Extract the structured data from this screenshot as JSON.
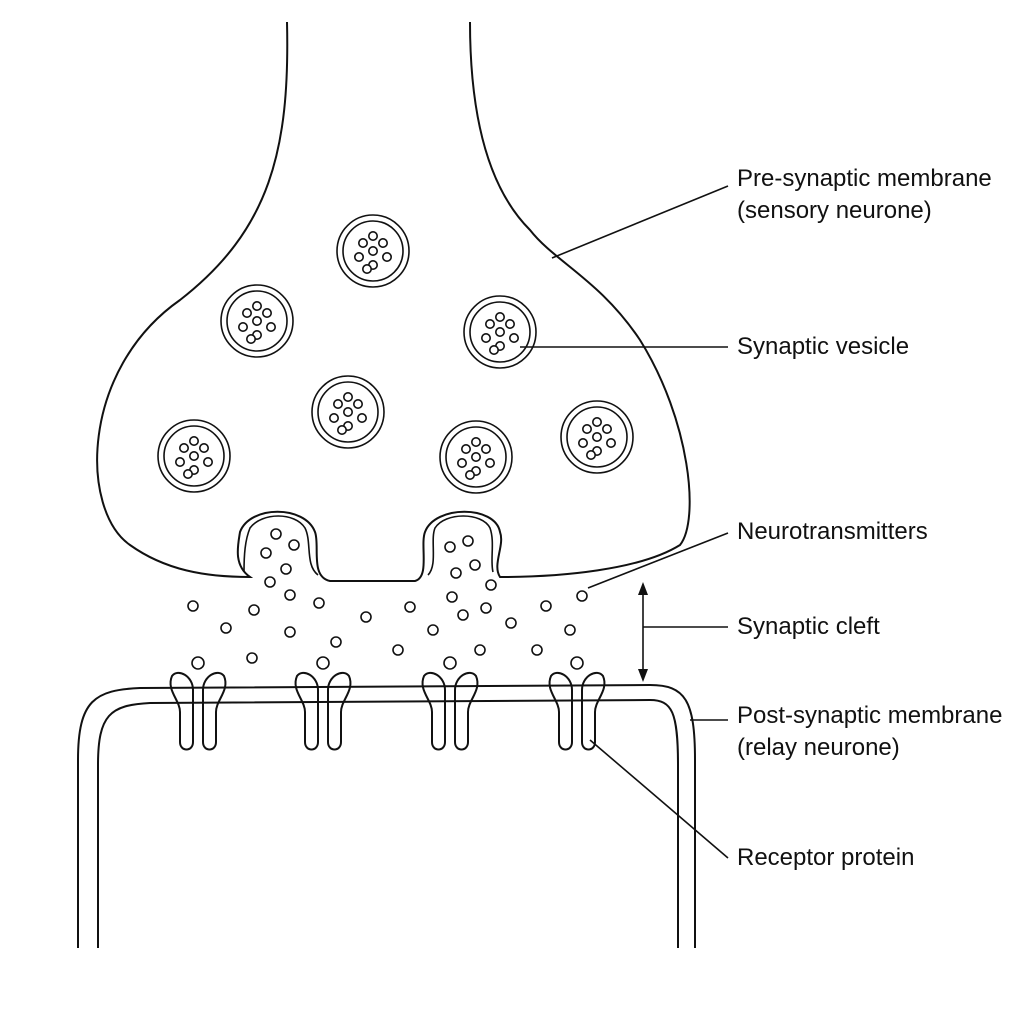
{
  "labels": {
    "pre_synaptic_line1": "Pre-synaptic membrane",
    "pre_synaptic_line2": "(sensory neurone)",
    "synaptic_vesicle": "Synaptic vesicle",
    "neurotransmitters": "Neurotransmitters",
    "synaptic_cleft": "Synaptic cleft",
    "post_synaptic_line1": "Post-synaptic membrane",
    "post_synaptic_line2": "(relay neurone)",
    "receptor_protein": "Receptor protein"
  },
  "colors": {
    "line": "#111111",
    "background": "#ffffff"
  }
}
